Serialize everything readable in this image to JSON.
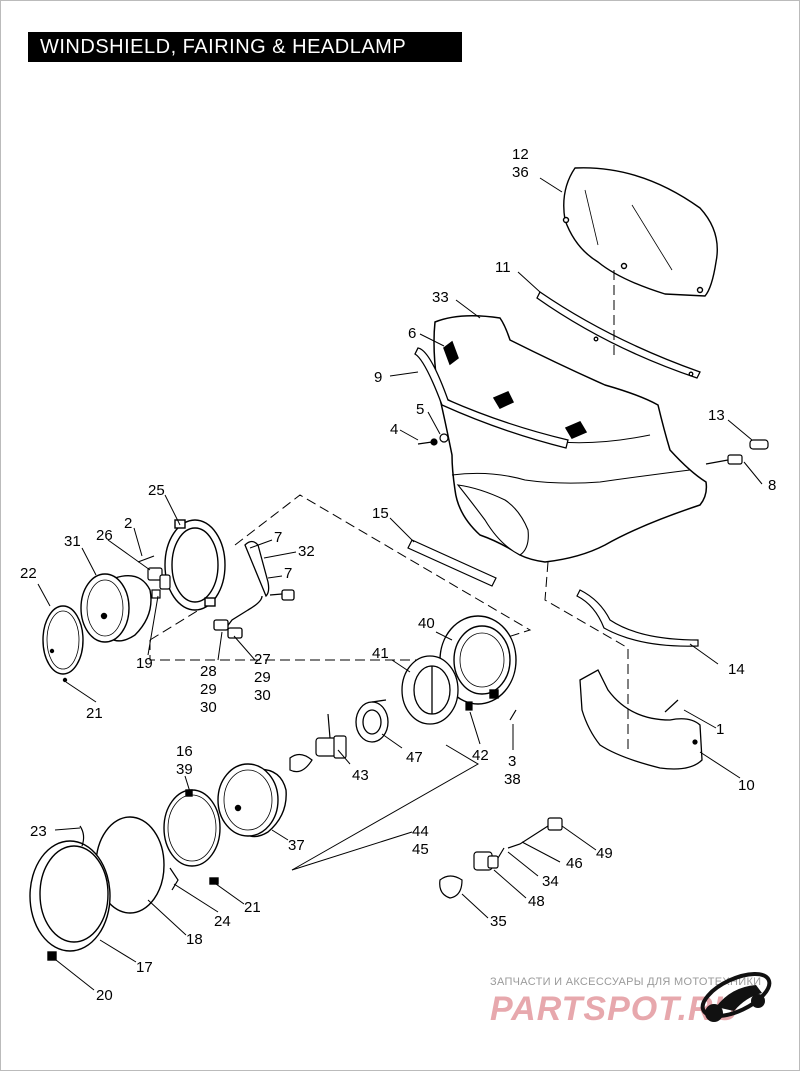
{
  "title": "WINDSHIELD, FAIRING & HEADLAMP",
  "callouts": {
    "c12": "12",
    "c36": "36",
    "c11": "11",
    "c33": "33",
    "c6": "6",
    "c9": "9",
    "c5": "5",
    "c4": "4",
    "c13": "13",
    "c8": "8",
    "c25": "25",
    "c2": "2",
    "c26": "26",
    "c31": "31",
    "c22": "22",
    "c19": "19",
    "c21a": "21",
    "c7a": "7",
    "c32": "32",
    "c7b": "7",
    "c15": "15",
    "c28": "28",
    "c29a": "29",
    "c30a": "30",
    "c27": "27",
    "c29b": "29",
    "c30b": "30",
    "c40": "40",
    "c41": "41",
    "c47": "47",
    "c43": "43",
    "c42": "42",
    "c3": "3",
    "c38": "38",
    "c14": "14",
    "c1": "1",
    "c10": "10",
    "c16": "16",
    "c39": "39",
    "c37": "37",
    "c44": "44",
    "c45": "45",
    "c23": "23",
    "c24": "24",
    "c21b": "21",
    "c18": "18",
    "c17": "17",
    "c20": "20",
    "c49": "49",
    "c46": "46",
    "c34": "34",
    "c48": "48",
    "c35": "35"
  },
  "watermark": {
    "tagline": "ЗАПЧАСТИ И АКСЕССУАРЫ ДЛЯ МОТОТЕХНИКИ",
    "brand": "PARTSPOT.RU"
  },
  "colors": {
    "ink": "#000000",
    "watermark": "#e7a8ad"
  },
  "icons": [
    "windshield-icon",
    "fairing-icon",
    "headlamp-icon",
    "bulb-icon",
    "motorcycle-logo-icon"
  ]
}
